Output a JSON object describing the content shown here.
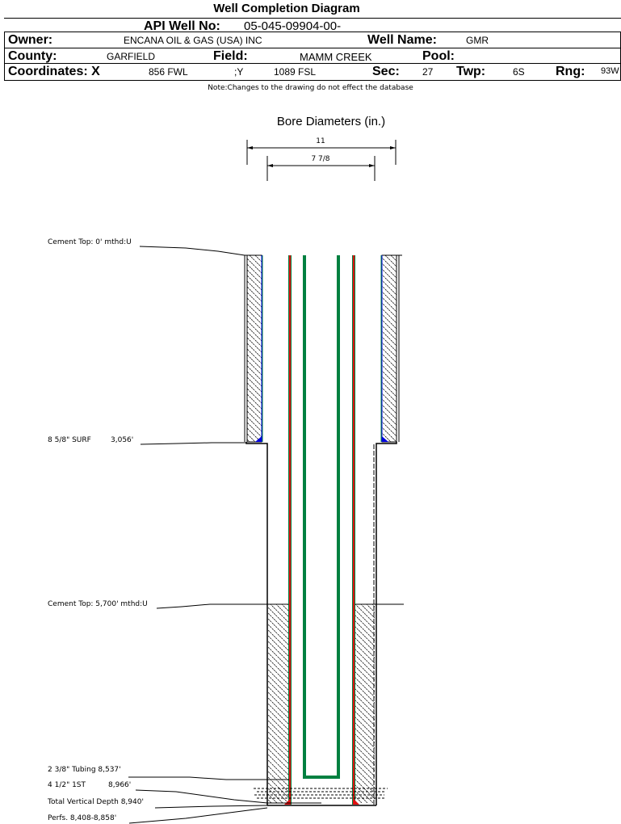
{
  "header": {
    "title": "Well Completion Diagram",
    "api_label": "API Well No:",
    "api_value": "05-045-09904-00-",
    "owner_label": "Owner:",
    "owner_value": "ENCANA OIL & GAS (USA) INC",
    "well_name_label": "Well Name:",
    "well_name_value": "GMR",
    "county_label": "County:",
    "county_value": "GARFIELD",
    "field_label": "Field:",
    "field_value": "MAMM CREEK",
    "pool_label": "Pool:",
    "pool_value": "",
    "coords_label": "Coordinates: X",
    "coords_x": "856 FWL",
    "coords_y_label": ";Y",
    "coords_y": "1089 FSL",
    "sec_label": "Sec:",
    "sec_value": "27",
    "twp_label": "Twp:",
    "twp_value": "6S",
    "rng_label": "Rng:",
    "rng_value": "93W",
    "note": "Note:Changes to the drawing do not effect the database"
  },
  "diagram": {
    "bore_title": "Bore Diameters (in.)",
    "bore_outer": "11",
    "bore_inner": "7 7/8",
    "labels": {
      "cement_top_1": "Cement Top: 0' mthd:U",
      "surface_casing": "8 5/8\" SURF",
      "surface_depth": "3,056'",
      "cement_top_2": "Cement Top: 5,700' mthd:U",
      "tubing": "2 3/8\" Tubing 8,537'",
      "production_casing": "4 1/2\" 1ST",
      "production_depth": "8,966'",
      "tvd": "Total Vertical Depth 8,940'",
      "perfs": "Perfs. 8,408-8,858'"
    },
    "colors": {
      "casing_red": "#e01010",
      "casing_green": "#008040",
      "cement_blue": "#0000e0",
      "tubing_green": "#008040"
    }
  }
}
